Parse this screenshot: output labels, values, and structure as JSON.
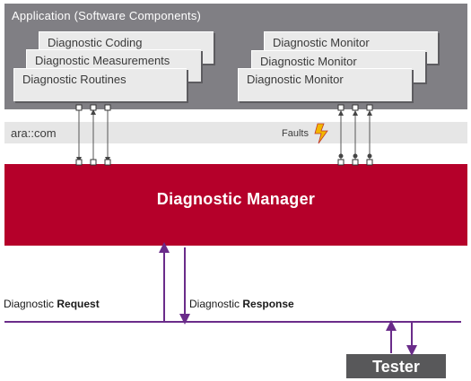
{
  "app_panel": {
    "title": "Application (Software Components)"
  },
  "left_cards": [
    "Diagnostic Coding",
    "Diagnostic Measurements",
    "Diagnostic Routines"
  ],
  "right_cards": [
    "Diagnostic Monitor",
    "Diagnostic Monitor",
    "Diagnostic Monitor"
  ],
  "ara_com": {
    "label": "ara::com",
    "faults_label": "Faults"
  },
  "diagnostic_manager": {
    "title": "Diagnostic Manager"
  },
  "bus": {
    "request_prefix": "Diagnostic ",
    "request_word": "Request",
    "response_prefix": "Diagnostic ",
    "response_word": "Response"
  },
  "tester": {
    "label": "Tester"
  },
  "colors": {
    "app_panel": "#807f84",
    "diag_manager": "#b5002a",
    "bus_purple": "#6a2c8a",
    "tester": "#58585a",
    "lightning": "#f2b600"
  }
}
